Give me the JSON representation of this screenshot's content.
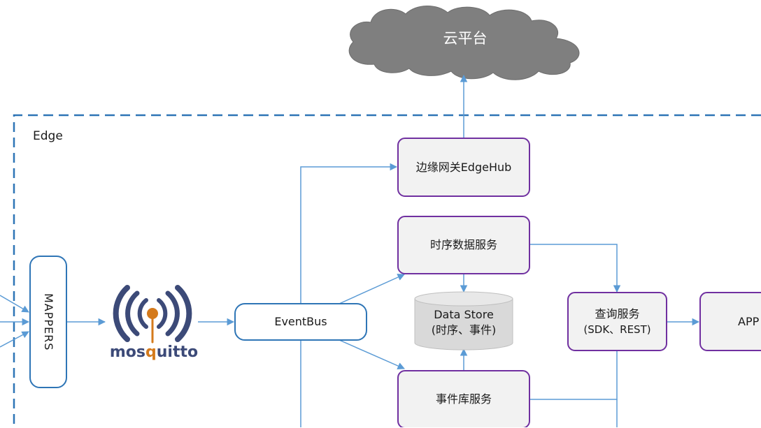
{
  "diagram": {
    "cloud": {
      "label": "云平台"
    },
    "region": {
      "label": "Edge"
    },
    "nodes": {
      "mappers": "MAPPERS",
      "mosquitto_parts": [
        "mos",
        "q",
        "uitto"
      ],
      "eventbus": "EventBus",
      "edgehub": "边缘网关EdgeHub",
      "timeseries": "时序数据服务",
      "datastore_line1": "Data Store",
      "datastore_line2": "(时序、事件)",
      "event_service": "事件库服务",
      "query_line1": "查询服务",
      "query_line2": "(SDK、REST)",
      "app": "APP"
    },
    "colors": {
      "blue_border": "#2e75b6",
      "purple_border": "#7030a0",
      "arrow": "#5b9bd5",
      "box_fill": "#f2f2f2",
      "cloud_fill": "#7f7f7f",
      "datastore_fill": "#d9d9d9"
    },
    "icons": [
      "cloud-icon",
      "mosquitto-logo",
      "database-cylinder-icon"
    ]
  }
}
